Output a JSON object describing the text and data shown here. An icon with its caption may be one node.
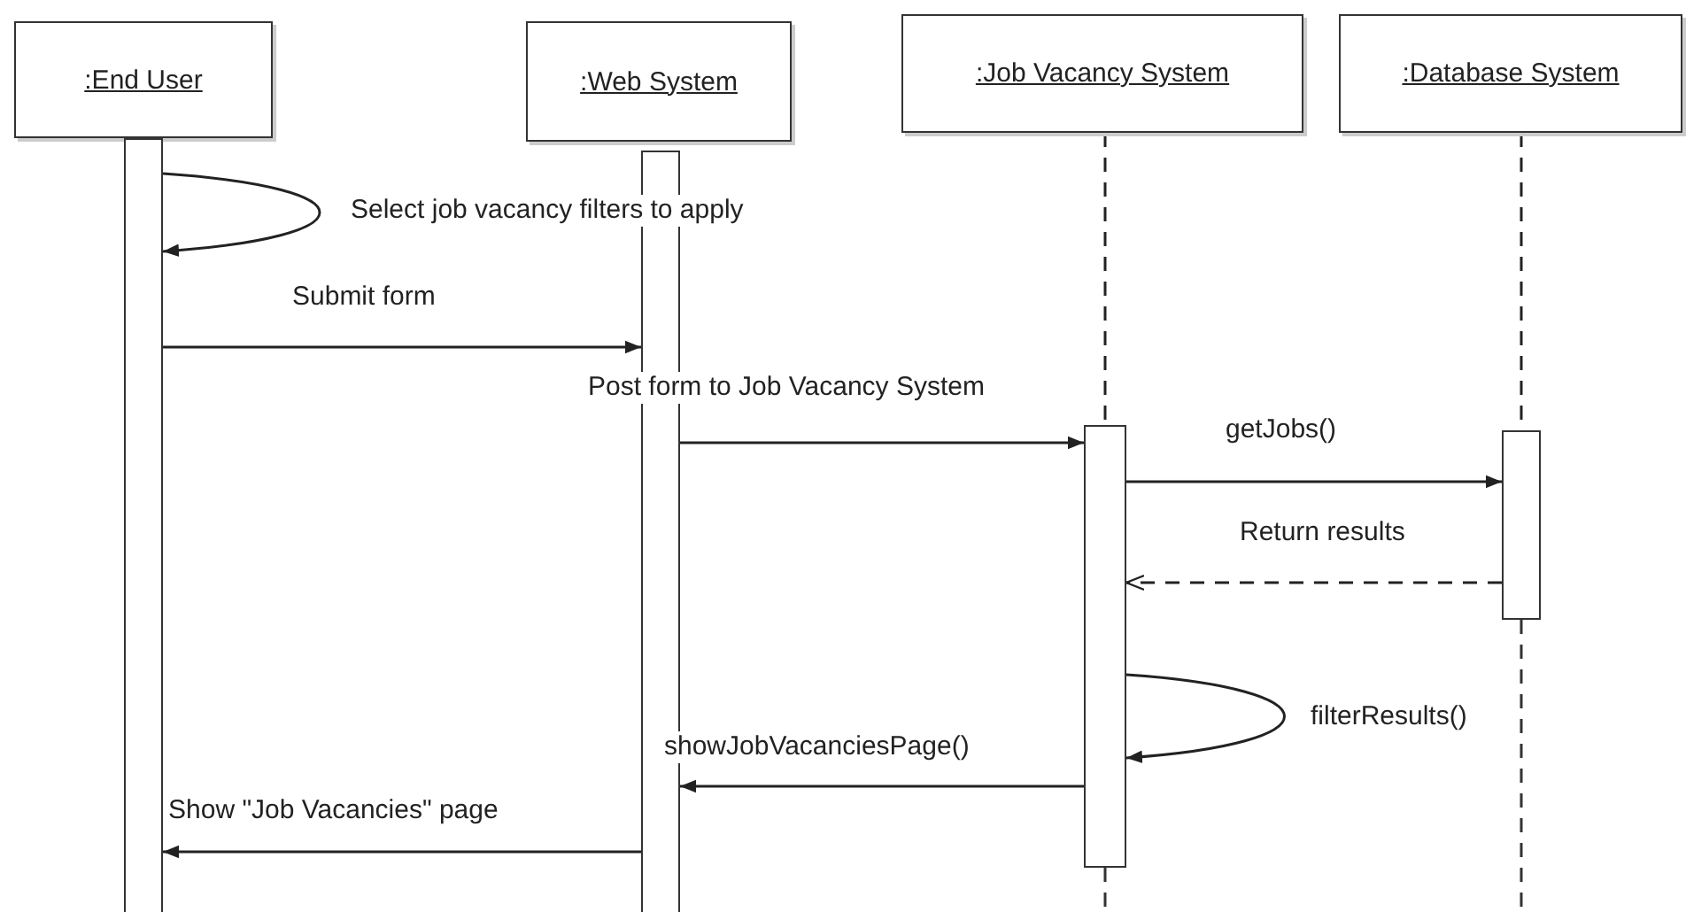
{
  "diagram": {
    "nodes": [
      {
        "text": [
          ":End User"
        ]
      },
      {
        "text": [
          ":Web System"
        ]
      },
      {
        "text": [
          ":Job Vacancy System"
        ]
      },
      {
        "text": [
          ":Database System"
        ]
      },
      {
        "text": [],
        "shape": "bar"
      },
      {
        "text": [],
        "shape": "bar"
      },
      {
        "text": [],
        "shape": "bar"
      },
      {
        "text": [],
        "shape": "bar"
      }
    ],
    "edges": [
      {
        "from": 4,
        "to": 4,
        "arrow": "to",
        "label": "Select job vacancy filters to apply"
      },
      {
        "from": 4,
        "to": 5,
        "arrow": "to",
        "label": "Submit form"
      },
      {
        "from": 5,
        "to": 6,
        "arrow": "to",
        "label": "Post form to Job Vacancy System"
      },
      {
        "from": 6,
        "to": 7,
        "arrow": "to",
        "label": "getJobs()"
      },
      {
        "from": 7,
        "to": 6,
        "arrow": "to",
        "label": "Return results",
        "style": "dashed"
      },
      {
        "from": 6,
        "to": 6,
        "arrow": "to",
        "label": "filterResults()"
      },
      {
        "from": 6,
        "to": 5,
        "arrow": "to",
        "label": "showJobVacanciesPage()"
      },
      {
        "from": 5,
        "to": 4,
        "arrow": "to",
        "label": "Show \"Job Vacancies\" page"
      },
      {
        "from": 2,
        "to": 6,
        "arrow": "none",
        "style": "dashed"
      },
      {
        "from": 3,
        "to": 7,
        "arrow": "none",
        "style": "dashed"
      }
    ]
  }
}
